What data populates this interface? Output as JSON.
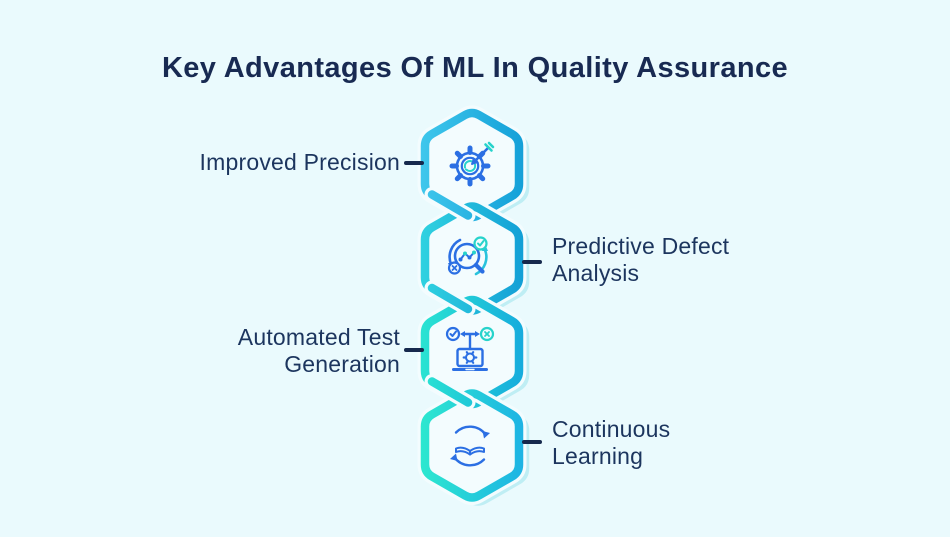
{
  "title": "Key Advantages Of ML In Quality Assurance",
  "items": [
    {
      "label": "Improved Precision",
      "side": "left",
      "icon": "target-dart-gear-icon"
    },
    {
      "label": "Predictive Defect Analysis",
      "side": "right",
      "icon": "magnifier-defect-chart-icon"
    },
    {
      "label": "Automated Test Generation",
      "side": "left",
      "icon": "laptop-test-arrows-icon"
    },
    {
      "label": "Continuous Learning",
      "side": "right",
      "icon": "book-refresh-cycle-icon"
    }
  ],
  "colors": {
    "background": "#EAFAFD",
    "title_text": "#182A52",
    "label_text": "#1C355E",
    "connector_dash": "#16294D",
    "icon_blue": "#2B6FE3",
    "icon_teal": "#27D3CB",
    "hexagon_fill": "#F3FCFE",
    "hex_gradient_1": [
      "#3FC7EC",
      "#14A0D8"
    ],
    "hex_gradient_2": [
      "#30D2E0",
      "#129FD6"
    ],
    "hex_gradient_3": [
      "#2AE4D2",
      "#16ABDD"
    ],
    "hex_gradient_4": [
      "#2DE8CF",
      "#1DB3E4"
    ]
  }
}
